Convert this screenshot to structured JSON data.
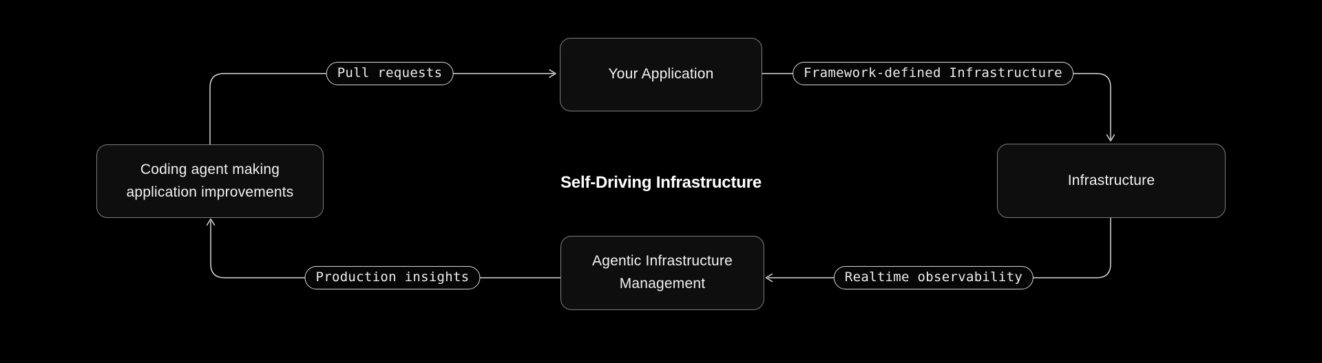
{
  "diagram": {
    "title": "Self-Driving Infrastructure",
    "nodes": {
      "your_application": {
        "label": "Your Application"
      },
      "infrastructure": {
        "label": "Infrastructure"
      },
      "agentic_management": {
        "label": "Agentic Infrastructure Management"
      },
      "coding_agent": {
        "label": "Coding agent making application improvements"
      }
    },
    "edge_labels": {
      "pull_requests": "Pull requests",
      "framework_defined_infrastructure": "Framework-defined Infrastructure",
      "realtime_observability": "Realtime observability",
      "production_insights": "Production insights"
    },
    "colors": {
      "background": "#000000",
      "node_fill": "#0e0e0e",
      "node_border": "#7e7e7e",
      "pill_border": "#d9d9d9",
      "connector_line": "#d9d9d9",
      "node_text": "#f2f2f2",
      "title_text": "#ffffff"
    }
  }
}
